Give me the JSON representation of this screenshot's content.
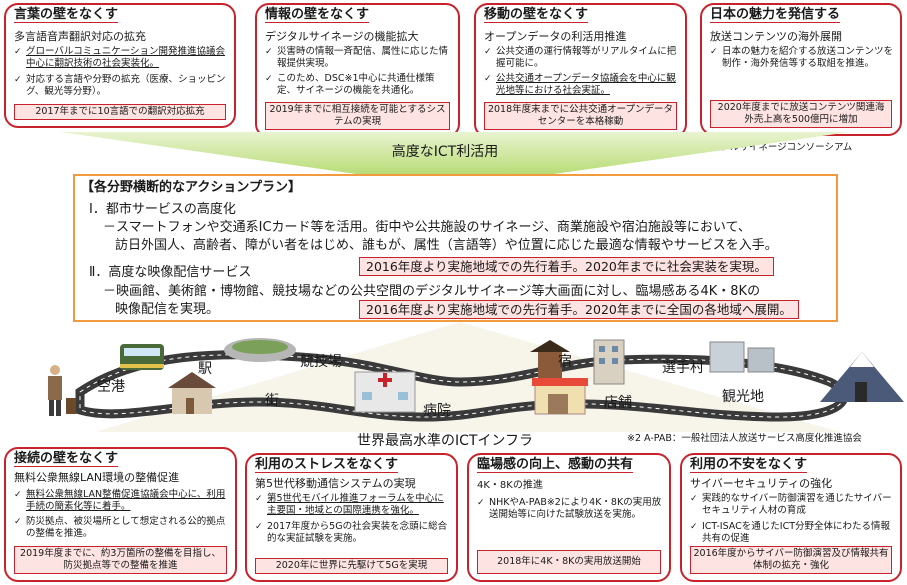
{
  "cards_top": [
    {
      "title": "言葉の壁をなくす",
      "subtitle": "多言語音声翻訳対応の拡充",
      "bullets": [
        {
          "text": "グローバルコミュニケーション開発推進協議会中心に翻訳技術の社会実装化。"
        },
        {
          "text": "対応する言語や分野の拡充（医療、ショッピング、観光等分野）。"
        }
      ],
      "target": "2017年までに10言語での翻訳対応拡充"
    },
    {
      "title": "情報の壁をなくす",
      "subtitle": "デジタルサイネージの機能拡大",
      "bullets": [
        {
          "text": "災害時の情報一斉配信、属性に応じた情報提供実現。"
        },
        {
          "text": "このため、DSC※1中心に共通仕様策定、サイネージの機能を共通化。"
        }
      ],
      "target": "2019年までに相互接続を可能とするシステムの実現"
    },
    {
      "title": "移動の壁をなくす",
      "subtitle": "オープンデータの利活用推進",
      "bullets": [
        {
          "text": "公共交通の運行情報等がリアルタイムに把握可能に。"
        },
        {
          "text": "公共交通オープンデータ協議会を中心に観光地等における社会実証。"
        }
      ],
      "target": "2018年度末までに公共交通オープンデータセンターを本格稼動"
    },
    {
      "title": "日本の魅力を発信する",
      "subtitle": "放送コンテンツの海外展開",
      "bullets": [
        {
          "text": "日本の魅力を紹介する放送コンテンツを制作・海外発信等する取組を推進。"
        }
      ],
      "target": "2020年度までに放送コンテンツ関連海外売上高を500億円に増加"
    }
  ],
  "footnote1": "※1 DSC：一般社団法人 デジタルサイネージコンソーシアム",
  "top_triangle_label": "高度なICT利活用",
  "action_plan": {
    "title": "【各分野横断的なアクションプラン】",
    "item1_heading": "Ⅰ．都市サービスの高度化",
    "item1_line1": "－スマートフォンや交通系ICカード等を活用。街中や公共施設のサイネージ、商業施設や宿泊施設等において、",
    "item1_line2": "訪日外国人、高齢者、障がい者をはじめ、誰もが、属性（言語等）や位置に応じた最適な情報やサービスを入手。",
    "item1_target": "2016年度より実施地域での先行着手。2020年までに社会実装を実現。",
    "item2_heading": "Ⅱ．高度な映像配信サービス",
    "item2_line1": "－映画館、美術館・博物館、競技場などの公共空間のデジタルサイネージ等大画面に対し、臨場感ある4K・8Kの",
    "item2_line2": "映像配信を実現。",
    "item2_target": "2016年度より実施地域での先行着手。2020年までに全国の各地域へ展開。"
  },
  "city_labels": {
    "airport": "空港",
    "station": "駅",
    "stadium": "競技場",
    "street": "街",
    "hospital": "病院",
    "inn": "宿",
    "shop": "店舗",
    "village": "選手村",
    "sightseeing": "観光地"
  },
  "infra_label": "世界最高水準のICTインフラ",
  "footnote2": "※2 A-PAB：一般社団法人放送サービス高度化推進協会",
  "cards_bottom": [
    {
      "title": "接続の壁をなくす",
      "subtitle": "無料公衆無線LAN環境の整備促進",
      "bullets": [
        {
          "text": "無料公衆無線LAN整備促進協議会中心に、利用手続の簡素化等に着手。"
        },
        {
          "text": "防災拠点、被災場所として想定される公的拠点の整備を推進。"
        }
      ],
      "target": "2019年度までに、約3万箇所の整備を目指し、防災拠点等での整備を推進"
    },
    {
      "title": "利用のストレスをなくす",
      "subtitle": "第5世代移動通信システムの実現",
      "bullets": [
        {
          "text": "第5世代モバイル推進フォーラムを中心に主要国・地域との国際連携を強化。"
        },
        {
          "text": "2017年度から5Gの社会実装を念頭に総合的な実証試験を実施。"
        }
      ],
      "target": "2020年に世界に先駆けて5Gを実現"
    },
    {
      "title": "臨場感の向上、感動の共有",
      "subtitle": "4K・8Kの推進",
      "bullets": [
        {
          "text": "NHKやA-PAB※2により4K・8Kの実用放送開始等に向けた試験放送を実施。"
        }
      ],
      "target": "2018年に4K・8Kの実用放送開始"
    },
    {
      "title": "利用の不安をなくす",
      "subtitle": "サイバーセキュリティの強化",
      "bullets": [
        {
          "text": "実践的なサイバー防御演習を通じたサイバーセキュリティ人材の育成"
        },
        {
          "text": "ICT-ISACを通じたICT分野全体にわたる情報共有の促進"
        }
      ],
      "target": "2016年度からサイバー防御演習及び情報共有体制の拡充・強化"
    }
  ],
  "colors": {
    "card_border": "#c8232c",
    "action_border": "#f19a3e",
    "target_bg": "#fde3e1",
    "triangle": "#a9d45a",
    "road": "#3a3a3a"
  }
}
